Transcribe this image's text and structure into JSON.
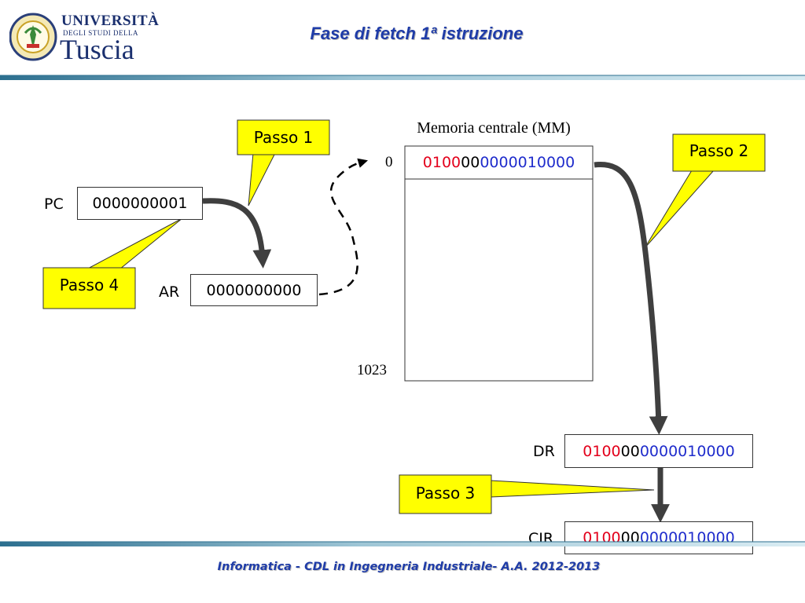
{
  "header": {
    "university_line1": "UNIVERSITÀ",
    "university_line2": "DEGLI STUDI DELLA",
    "university_line3": "Tuscia",
    "title": "Fase di fetch 1ª istruzione"
  },
  "diagram": {
    "steps": {
      "step1": "Passo 1",
      "step2": "Passo 2",
      "step3": "Passo 3",
      "step4": "Passo 4"
    },
    "registers": {
      "pc": {
        "label": "PC",
        "value": "0000000001"
      },
      "ar": {
        "label": "AR",
        "value": "0000000000"
      },
      "dr": {
        "label": "DR",
        "value_red": "0100",
        "value_black": "00",
        "value_blue": "0000010000"
      },
      "cir": {
        "label": "CIR",
        "value_red": "0100",
        "value_black": "00",
        "value_blue": "0000010000"
      }
    },
    "memory": {
      "title": "Memoria centrale (MM)",
      "first_index": "0",
      "last_index": "1023",
      "cell0_red": "0100",
      "cell0_black": "00",
      "cell0_blue": "0000010000"
    }
  },
  "footer": {
    "text": "Informatica - CDL in Ingegneria Industriale- A.A. 2012-2013"
  },
  "colors": {
    "title_blue": "#1f3ca8",
    "callout_yellow": "#ffff00",
    "opcode_red": "#e3001b",
    "operand_blue": "#1f2ccc",
    "arrow_gray": "#3f3f3f",
    "rule_teal": "#4a8aa8"
  }
}
